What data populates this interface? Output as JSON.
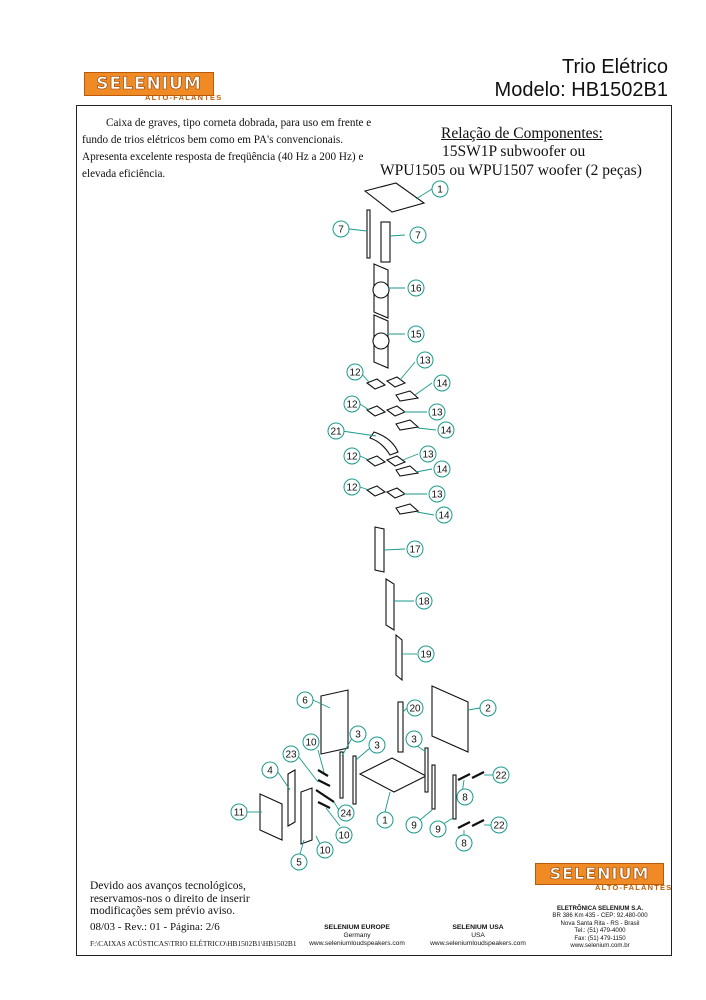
{
  "header": {
    "logo_word": "SELENIUM",
    "logo_sub": "ALTO-FALANTES",
    "title_line1": "Trio Elétrico",
    "title_line2": "Modelo: HB1502B1"
  },
  "description": "Caixa de graves, tipo corneta dobrada, para uso em frente e fundo de trios elétricos bem como em PA's convencionais. Apresenta excelente resposta de freqüência (40 Hz a 200 Hz) e elevada eficiência.",
  "components": {
    "heading": "Relação de Componentes:",
    "line1": "15SW1P subwoofer ou",
    "line2": "WPU1505 ou WPU1507 woofer (2 peças)"
  },
  "callouts": [
    "1",
    "7",
    "7",
    "16",
    "15",
    "13",
    "12",
    "14",
    "12",
    "13",
    "21",
    "14",
    "12",
    "13",
    "14",
    "12",
    "13",
    "14",
    "17",
    "18",
    "19",
    "6",
    "2",
    "20",
    "10",
    "3",
    "3",
    "3",
    "23",
    "4",
    "22",
    "24",
    "8",
    "11",
    "1",
    "9",
    "9",
    "10",
    "10",
    "22",
    "5",
    "8"
  ],
  "footer": {
    "note_line1": "Devido aos avanços tecnológicos,",
    "note_line2": "reservamos-nos o direito de inserir",
    "note_line3": "modificações sem prévio aviso.",
    "revision": "08/03 - Rev.: 01 - Página: 2/6",
    "file_path": "F:\\CAIXAS ACÚSTICAS\\TRIO ELÉTRICO\\HB1502B1\\HB1502B1",
    "europe_name": "SELENIUM EUROPE",
    "europe_country": "Germany",
    "europe_url": "www.seleniumloudspeakers.com",
    "usa_name": "SELENIUM USA",
    "usa_country": "USA",
    "usa_url": "www.seleniumloudspeakers.com",
    "company_name": "ELETRÔNICA SELENIUM S.A.",
    "company_addr1": "BR 386 Km 435 - CEP: 92.480-000",
    "company_addr2": "Nova Santa Rita - RS - Brasil",
    "company_tel": "Tel.: (51) 479-4000",
    "company_fax": "Fax: (51) 479-1150",
    "company_url": "www.selenium.com.br"
  },
  "colors": {
    "accent": "#f08a24",
    "callout": "#1a9a8c",
    "line": "#111111"
  }
}
